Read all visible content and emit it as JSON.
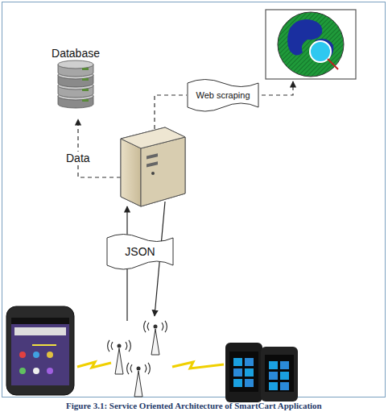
{
  "diagram": {
    "caption": "Figure 3.1: Service Oriented Architecture of SmartCart Application",
    "nodes": [
      {
        "text": [
          "Database"
        ]
      },
      {
        "text": [
          "Web scraping"
        ]
      },
      {
        "text": [
          "JSON"
        ]
      }
    ],
    "labels": [
      "Data"
    ]
  }
}
